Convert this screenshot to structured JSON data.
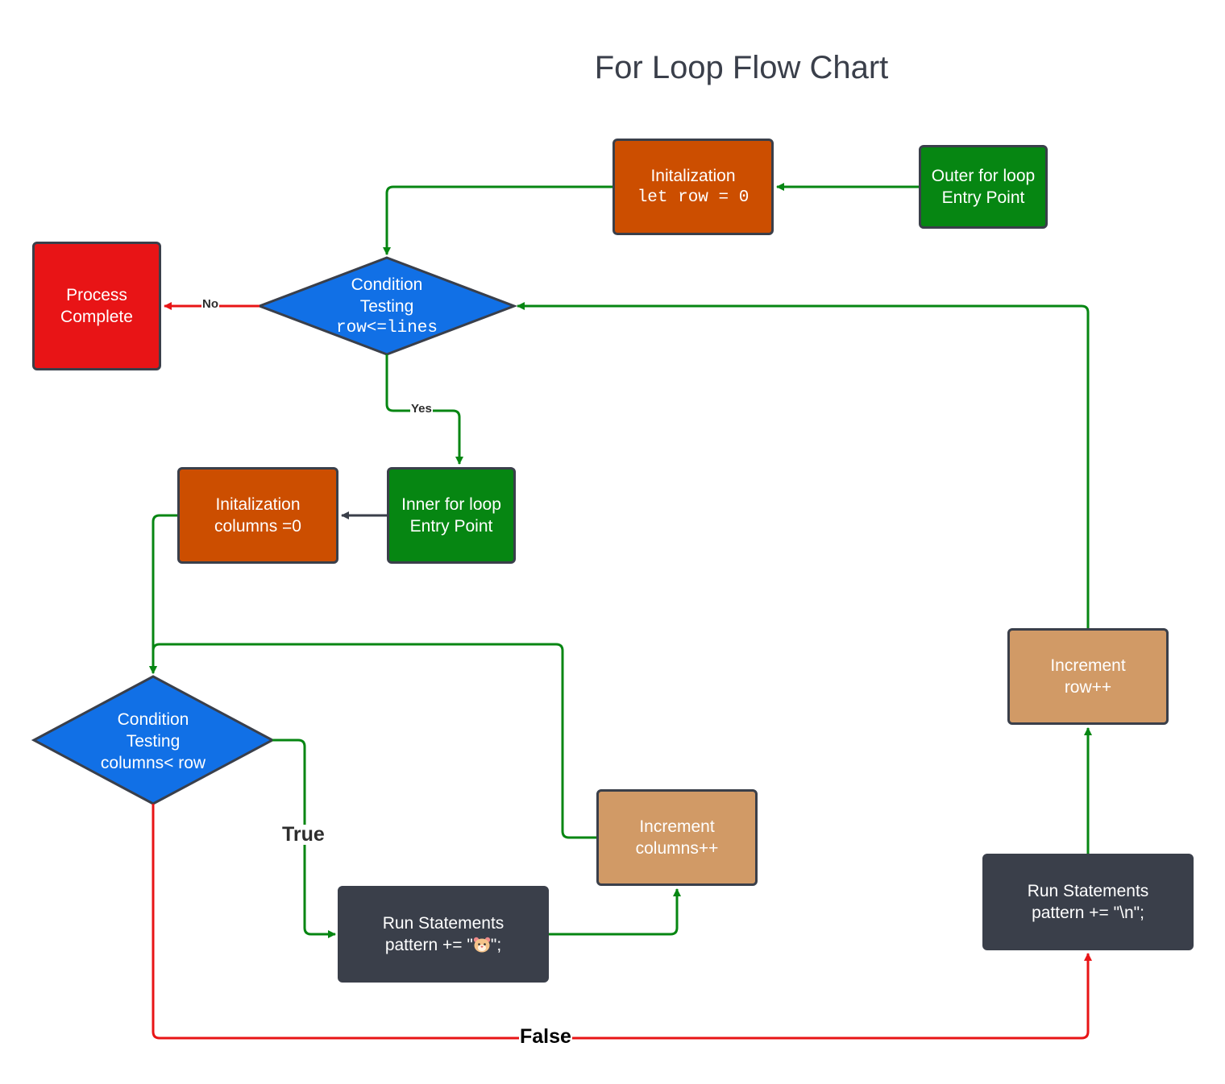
{
  "title": "For Loop Flow Chart",
  "nodes": {
    "outer_entry": {
      "line1": "Outer for loop",
      "line2": "Entry Point"
    },
    "init_row": {
      "line1": "Initalization",
      "line2": "let row = 0"
    },
    "cond_row": {
      "line1": "Condition",
      "line2": "Testing",
      "line3": "row<=lines"
    },
    "process_complete": {
      "line1": "Process",
      "line2": "Complete"
    },
    "inner_entry": {
      "line1": "Inner for loop",
      "line2": "Entry Point"
    },
    "init_columns": {
      "line1": "Initalization",
      "line2": "columns =0"
    },
    "cond_columns": {
      "line1": "Condition",
      "line2": "Testing",
      "line3": "columns< row"
    },
    "run_pattern": {
      "line1": "Run Statements",
      "line2_prefix": "pattern += \"",
      "line2_emoji": "hamster-face-icon",
      "line2_suffix": "\";"
    },
    "increment_columns": {
      "line1": "Increment",
      "line2": "columns++"
    },
    "run_newline": {
      "line1": "Run Statements",
      "line2": "pattern += \"\\n\";"
    },
    "increment_row": {
      "line1": "Increment",
      "line2": "row++"
    }
  },
  "edge_labels": {
    "no": "No",
    "yes": "Yes",
    "true": "True",
    "false": "False"
  },
  "colors": {
    "init": "#cc4e00",
    "entry": "#068612",
    "decision": "#1170e6",
    "complete": "#e81416",
    "increment": "#d19a66",
    "statements": "#3a3f4a",
    "arrow_green": "#068612",
    "arrow_red": "#e81416",
    "arrow_dark": "#3a3f4a"
  }
}
